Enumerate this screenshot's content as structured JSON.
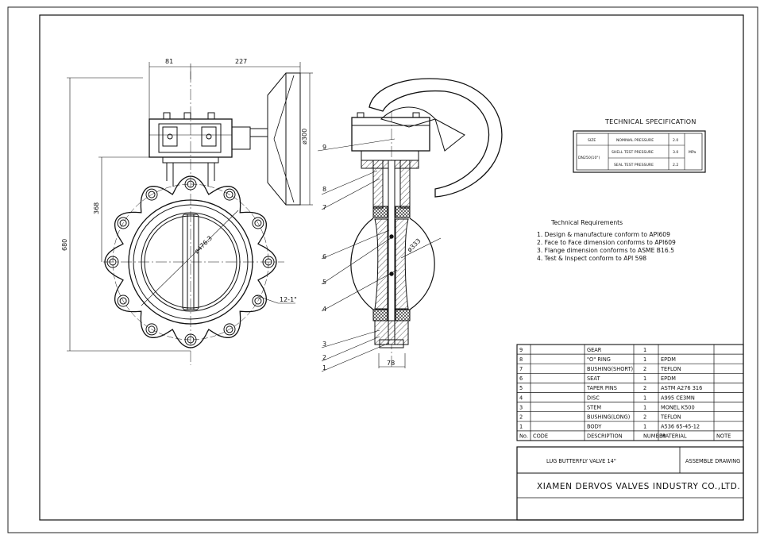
{
  "dimensions": {
    "d81": "81",
    "d227": "227",
    "d300": "ø300",
    "d368": "368",
    "d680": "680",
    "d476": "ø476.3",
    "d333": "ø333",
    "d78": "78",
    "bolts": "12-1\""
  },
  "balloons": [
    "9",
    "8",
    "7",
    "6",
    "5",
    "4",
    "3",
    "2",
    "1"
  ],
  "tech_spec": {
    "title": "TECHNICAL SPECIFICATION",
    "size_label": "SIZE",
    "size_value": "DN250(10\")",
    "rows": [
      {
        "label": "NOMINAL PRESSURE",
        "value": "2.0"
      },
      {
        "label": "SHELL TEST PRESSURE",
        "value": "3.0"
      },
      {
        "label": "SEAL TEST PRESSURE",
        "value": "2.2"
      }
    ],
    "unit": "MPa"
  },
  "requirements": {
    "title": "Technical Requirements",
    "items": [
      "1. Design & manufacture conform to API609",
      "2. Face to Face dimension conforms to API609",
      "3. Flange dimension conforms to ASME B16.5",
      "4. Test & Inspect conform to API 598"
    ]
  },
  "bom": {
    "rows": [
      {
        "no": "9",
        "code": "",
        "desc": "GEAR",
        "qty": "1",
        "material": "",
        "note": ""
      },
      {
        "no": "8",
        "code": "",
        "desc": "\"O\" RING",
        "qty": "1",
        "material": "EPDM",
        "note": ""
      },
      {
        "no": "7",
        "code": "",
        "desc": "BUSHING(SHORT)",
        "qty": "2",
        "material": "TEFLON",
        "note": ""
      },
      {
        "no": "6",
        "code": "",
        "desc": "SEAT",
        "qty": "1",
        "material": "EPDM",
        "note": ""
      },
      {
        "no": "5",
        "code": "",
        "desc": "TAPER PINS",
        "qty": "2",
        "material": "ASTM A276 316",
        "note": ""
      },
      {
        "no": "4",
        "code": "",
        "desc": "DISC",
        "qty": "1",
        "material": "A995 CE3MN",
        "note": ""
      },
      {
        "no": "3",
        "code": "",
        "desc": "STEM",
        "qty": "1",
        "material": "MONEL K500",
        "note": ""
      },
      {
        "no": "2",
        "code": "",
        "desc": "BUSHING(LONG)",
        "qty": "2",
        "material": "TEFLON",
        "note": ""
      },
      {
        "no": "1",
        "code": "",
        "desc": "BODY",
        "qty": "1",
        "material": "A536 65-45-12",
        "note": ""
      }
    ],
    "headers": {
      "no": "No.",
      "code": "CODE",
      "desc": "DESCRIPTION",
      "qty": "NUMBER",
      "material": "MATERIAL",
      "note": "NOTE"
    }
  },
  "title_block": {
    "drawing_name": "LUG BUTTERFLY VALVE 14\"",
    "drawing_type": "ASSEMBLE DRAWING",
    "company": "XIAMEN DERVOS VALVES INDUSTRY CO.,LTD."
  }
}
